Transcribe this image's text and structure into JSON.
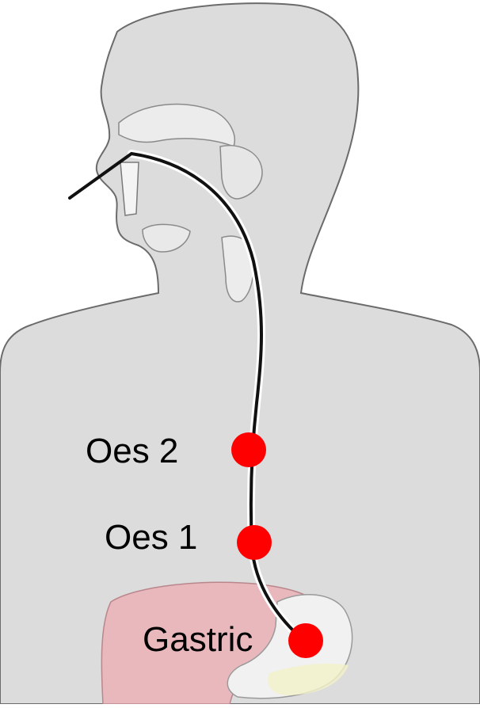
{
  "colors": {
    "body_fill": "#dcdcdc",
    "body_outline": "#6b6b6b",
    "liver_fill": "#e8b8bd",
    "stomach_fill": "#f1f1f1",
    "probe": "#111111",
    "marker": "#ff0000"
  },
  "markers": [
    {
      "id": "oes2",
      "label": "Oes 2"
    },
    {
      "id": "oes1",
      "label": "Oes 1"
    },
    {
      "id": "gastric",
      "label": "Gastric"
    }
  ]
}
